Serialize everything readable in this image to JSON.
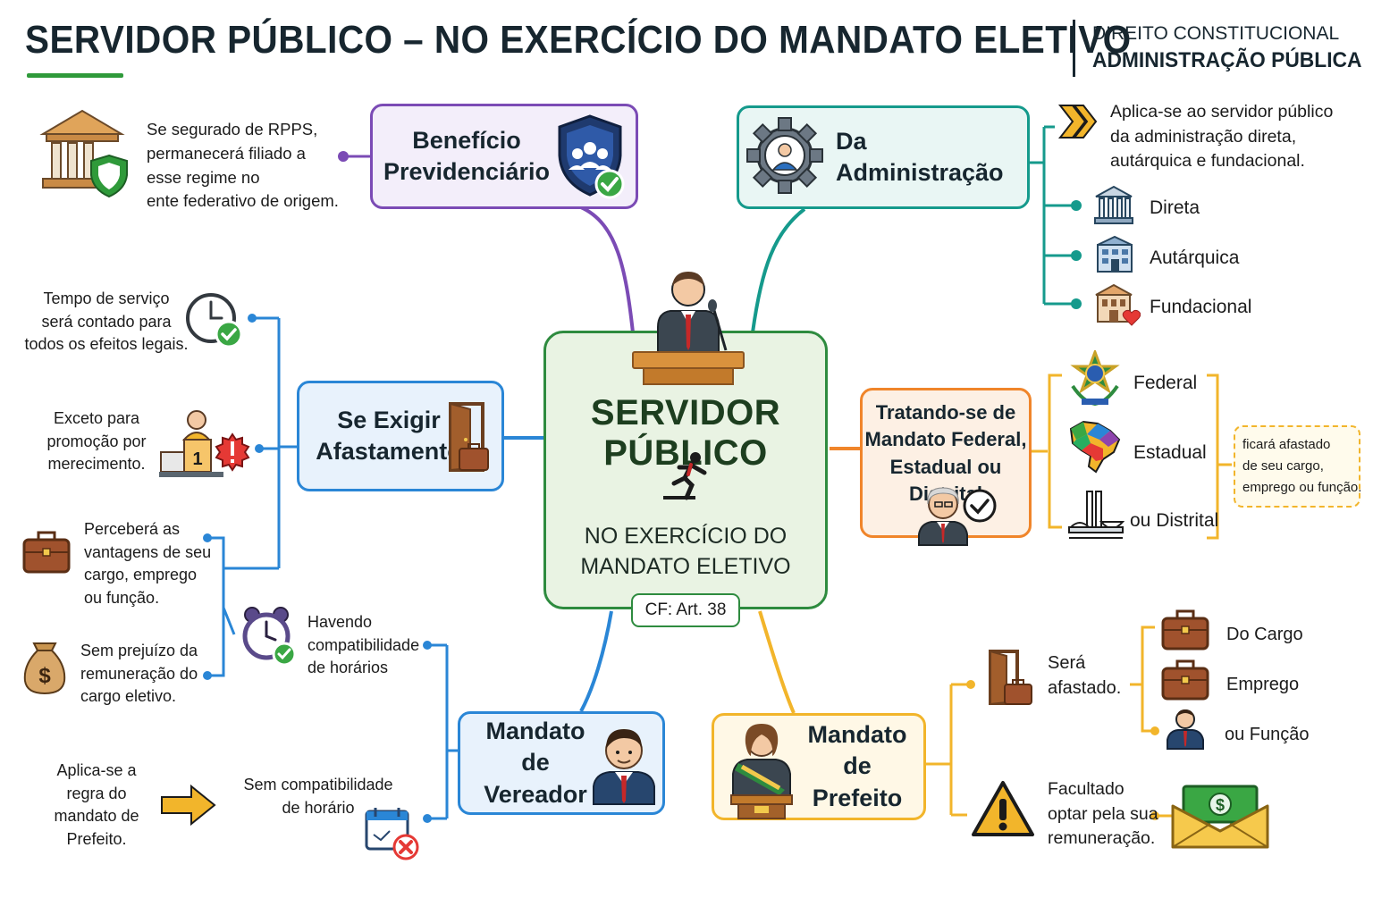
{
  "header": {
    "title": "SERVIDOR PÚBLICO – NO EXERCÍCIO DO MANDATO ELETIVO",
    "subject_top": "DIREITO CONSTITUCIONAL",
    "subject_bottom": "ADMINISTRAÇÃO PÚBLICA"
  },
  "center": {
    "title": "SERVIDOR PÚBLICO",
    "subtitle_line1": "NO EXERCÍCIO DO",
    "subtitle_line2": "MANDATO ELETIVO",
    "reference": "CF: Art. 38"
  },
  "beneficio": {
    "line1": "Benefício",
    "line2": "Previdenciário",
    "note": [
      "Se segurado de RPPS,",
      "permanecerá filiado a",
      "esse regime no",
      "ente federativo de origem."
    ]
  },
  "administracao": {
    "label": "Da Administração",
    "note": [
      "Aplica-se ao servidor público",
      "da administração direta,",
      "autárquica e fundacional."
    ],
    "items": [
      "Direta",
      "Autárquica",
      "Fundacional"
    ]
  },
  "afastamento": {
    "line1": "Se Exigir",
    "line2": "Afastamento",
    "tempo": [
      "Tempo de serviço",
      "será contado para",
      "todos os efeitos legais."
    ],
    "exceto": [
      "Exceto para",
      "promoção por",
      "merecimento."
    ]
  },
  "vereador": {
    "line1": "Mandato de",
    "line2": "Vereador",
    "percebera": [
      "Perceberá as",
      "vantagens de seu",
      "cargo, emprego",
      "ou função."
    ],
    "sem_prejuizo": [
      "Sem prejuízo da",
      "remuneração do",
      "cargo eletivo."
    ],
    "havendo": [
      "Havendo",
      "compatibilidade",
      "de horários"
    ],
    "sem_compat": [
      "Sem compatibilidade",
      "de horário"
    ],
    "aplica": [
      "Aplica-se a",
      "regra do",
      "mandato de",
      "Prefeito."
    ]
  },
  "federal": {
    "lines": [
      "Tratando-se de",
      "Mandato Federal,",
      "Estadual ou Distrital"
    ],
    "items": [
      "Federal",
      "Estadual",
      "ou Distrital"
    ],
    "result": [
      "ficará afastado",
      "de seu cargo,",
      "emprego ou função."
    ]
  },
  "prefeito": {
    "line1": "Mandato de",
    "line2": "Prefeito",
    "afastado": [
      "Será",
      "afastado."
    ],
    "items": [
      "Do Cargo",
      "Emprego",
      "ou Função"
    ],
    "facultado": [
      "Facultado",
      "optar pela sua",
      "remuneração."
    ]
  },
  "colors": {
    "purple": "#7b4bb5",
    "teal": "#159a8c",
    "blue": "#2a86d6",
    "orange": "#f0852a",
    "yellow": "#f2b52b",
    "green": "#2e8b3f"
  }
}
